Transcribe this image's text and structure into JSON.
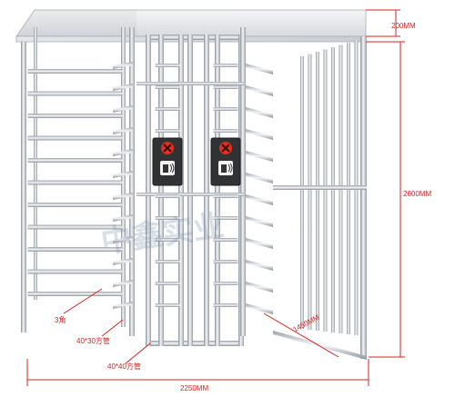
{
  "dimensions": {
    "top_height": "200MM",
    "total_height": "2600MM",
    "total_width": "2250MM",
    "depth": "1450MM",
    "tube_spec": "40*30方管",
    "bottom_tube_spec": "40*40方管",
    "left_label": "3角"
  },
  "watermark": "中鑫实业",
  "colors": {
    "dimension_line": "#d9231f",
    "steel_light": "#e6e9ed",
    "steel_mid": "#b8bdc4",
    "steel_dark": "#7d838b",
    "reader_panel": "#2b2b2b",
    "stop_icon": "#e0301e"
  },
  "icons": [
    "stop-x-icon",
    "card-reader-icon"
  ]
}
